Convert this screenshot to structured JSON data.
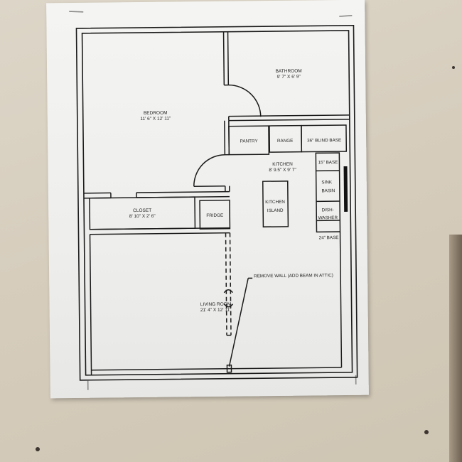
{
  "rooms": {
    "bedroom": {
      "name": "BEDROOM",
      "dims": "11' 6\" X 12' 11\""
    },
    "bathroom": {
      "name": "BATHROOM",
      "dims": "9' 7\" X 6' 9\""
    },
    "kitchen": {
      "name": "KITCHEN",
      "dims": "8' 9.5\" X 9' 7\""
    },
    "closet": {
      "name": "CLOSET",
      "dims": "8' 10\" X 2' 6\""
    },
    "living_room": {
      "name": "LIVING ROOM",
      "dims": "21' 4\" X 12' 11\""
    }
  },
  "fixtures": {
    "pantry": "PANTRY",
    "range": "RANGE",
    "blind_base": "36\" BLIND BASE",
    "base_15": "15\" BASE",
    "sink_line1": "SINK",
    "sink_line2": "BASIN",
    "dishwasher_line1": "DISH-",
    "dishwasher_line2": "WASHER",
    "base_24": "24\" BASE",
    "fridge": "FRIDGE",
    "island_line1": "KITCHEN",
    "island_line2": "ISLAND"
  },
  "annotation": {
    "remove_wall": "REMOVE WALL (ADD BEAM IN ATTIC)"
  }
}
